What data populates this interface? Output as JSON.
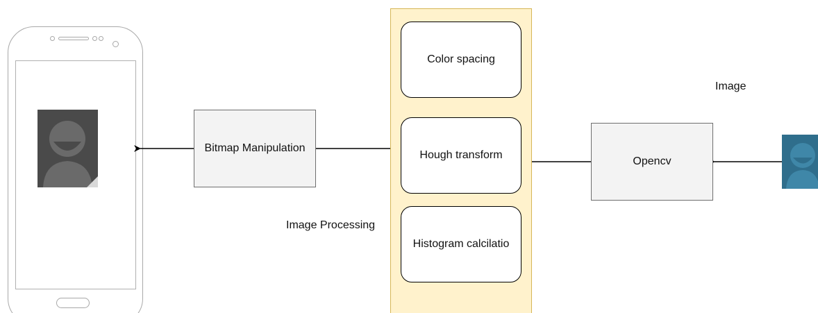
{
  "diagram": {
    "nodes": {
      "bitmap_manipulation": "Bitmap Manipulation",
      "opencv": "Opencv",
      "color_spacing": "Color spacing",
      "hough_transform": "Hough transform",
      "histogram_calculation": "Histogram calcilatio"
    },
    "labels": {
      "image_processing": "Image Processing",
      "image": "Image"
    },
    "colors": {
      "container_fill": "#fff2cc",
      "container_border": "#d6b656",
      "box_fill": "#f3f3f3",
      "input_image_icon": "#2f6e8c",
      "output_image_icon": "#4a4a4a"
    },
    "icons": {
      "phone": "smartphone-icon",
      "output_image": "user-avatar-icon",
      "input_image": "user-avatar-icon"
    }
  }
}
